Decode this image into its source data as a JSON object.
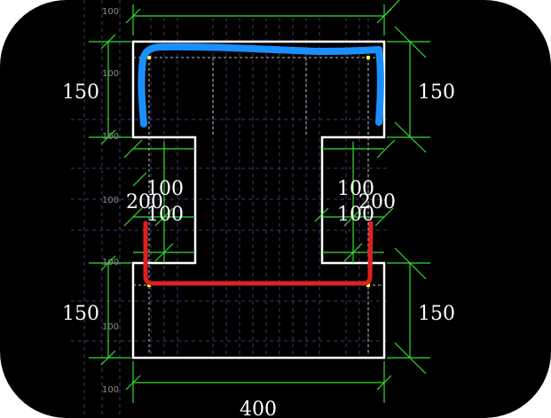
{
  "dimensions": {
    "top_left": "150",
    "top_right": "150",
    "bottom_left": "150",
    "bottom_right": "150",
    "mid_left_200": "200",
    "mid_left_100_upper": "100",
    "mid_left_100_lower": "100",
    "mid_right_100_upper": "100",
    "mid_right_100_lower": "100",
    "mid_right_200": "200",
    "bottom_width": "400"
  },
  "small_labels": [
    "100",
    "100",
    "100",
    "100",
    "100",
    "100",
    "100"
  ],
  "colors": {
    "background": "#000000",
    "outline": "#ffffff",
    "dimension_lines": "#33dd33",
    "grid": "#5a5a9a",
    "top_reinforcement": "#1a8fff",
    "bottom_reinforcement": "#e02020",
    "corner_points": "#ffff33"
  }
}
